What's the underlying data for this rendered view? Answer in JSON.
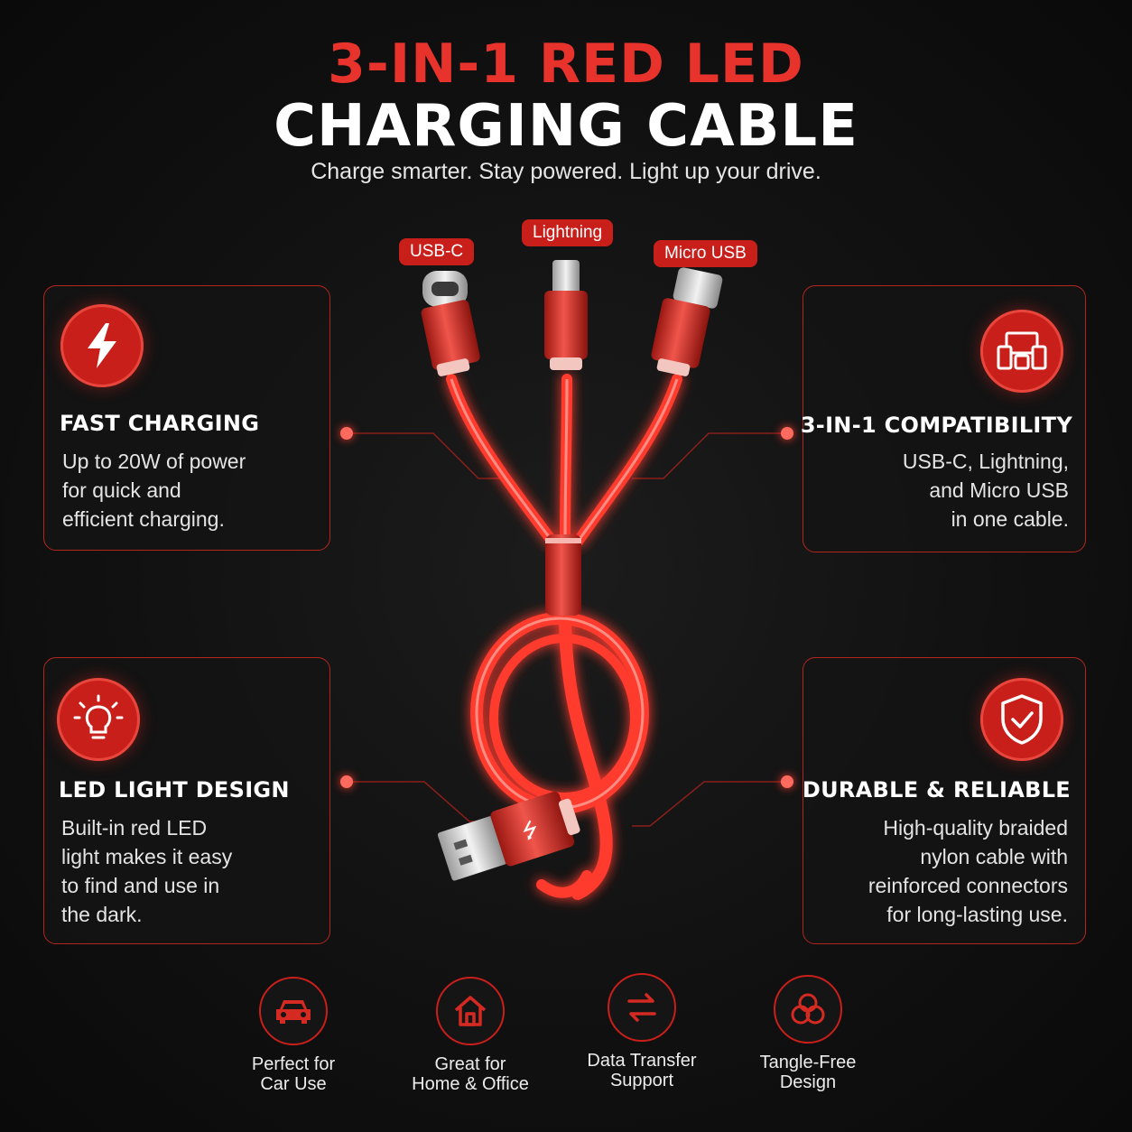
{
  "header": {
    "title_line1": "3-IN-1 RED LED",
    "title_line2": "CHARGING CABLE",
    "subtitle": "Charge smarter. Stay powered. Light up your drive."
  },
  "connectors": {
    "usb_c": "USB-C",
    "lightning": "Lightning",
    "micro_usb": "Micro USB"
  },
  "cards": {
    "fast_charging": {
      "title": "FAST CHARGING",
      "lines": [
        "Up to 20W of power",
        "for quick and",
        "efficient charging."
      ],
      "icon": "lightning-bolt-icon"
    },
    "compatibility": {
      "title": "3-IN-1 COMPATIBILITY",
      "lines": [
        "USB-C, Lightning,",
        "and Micro USB",
        "in one cable."
      ],
      "icon": "devices-icon"
    },
    "led": {
      "title": "LED LIGHT DESIGN",
      "lines": [
        "Built-in red LED",
        "light makes it easy",
        "to find and use in",
        "the dark."
      ],
      "icon": "light-bulb-icon"
    },
    "durable": {
      "title": "DURABLE & RELIABLE",
      "lines": [
        "High-quality braided",
        "nylon cable with",
        "reinforced connectors",
        "for long-lasting use."
      ],
      "icon": "shield-check-icon"
    }
  },
  "features": [
    {
      "line1": "Perfect for",
      "line2": "Car Use",
      "icon": "car-icon"
    },
    {
      "line1": "Great for",
      "line2": "Home & Office",
      "icon": "home-icon"
    },
    {
      "line1": "Data Transfer",
      "line2": "Support",
      "icon": "transfer-arrows-icon"
    },
    {
      "line1": "Tangle-Free",
      "line2": "Design",
      "icon": "tangle-free-icon"
    }
  ],
  "colors": {
    "accent": "#c91f1a",
    "accent_bright": "#e8322c",
    "cable_glow": "#ff3b2f",
    "background": "#111111"
  }
}
